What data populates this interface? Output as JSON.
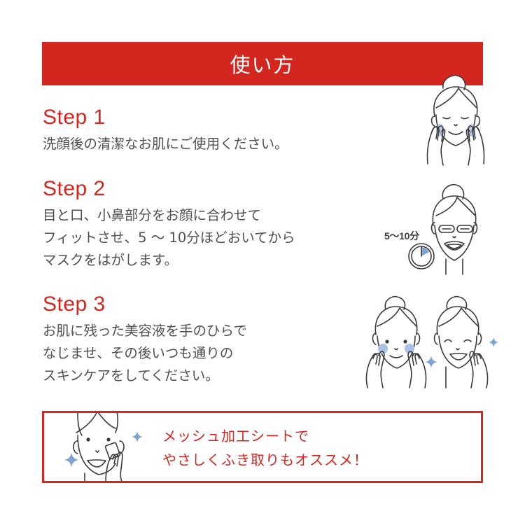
{
  "header": {
    "title": "使い方",
    "background_color": "#d3261f"
  },
  "steps": [
    {
      "title": "Step 1",
      "lines": [
        "洗顔後の清潔なお肌にご使用ください。"
      ],
      "illustration": "face-washing-icon"
    },
    {
      "title": "Step 2",
      "lines": [
        "目と口、小鼻部分をお顔に合わせて",
        "フィットさせ、5 〜 10分ほどおいてから",
        "マスクをはがします。"
      ],
      "illustration": "face-mask-icon",
      "timer_label": "5〜10分"
    },
    {
      "title": "Step 3",
      "lines": [
        "お肌に残った美容液を手のひらで",
        "なじませ、その後いつも通りの",
        "スキンケアをしてください。"
      ],
      "illustration": "face-pat-sparkle-icon"
    }
  ],
  "tip": {
    "lines": [
      "メッシュ加工シートで",
      "やさしくふき取りもオススメ！"
    ],
    "border_color": "#d3261f",
    "illustration": "face-wipe-sparkle-icon"
  },
  "colors": {
    "accent": "#d3261f",
    "text": "#505050",
    "line_art": "#3a3a3a",
    "highlight_blue": "#7ea3d3"
  }
}
